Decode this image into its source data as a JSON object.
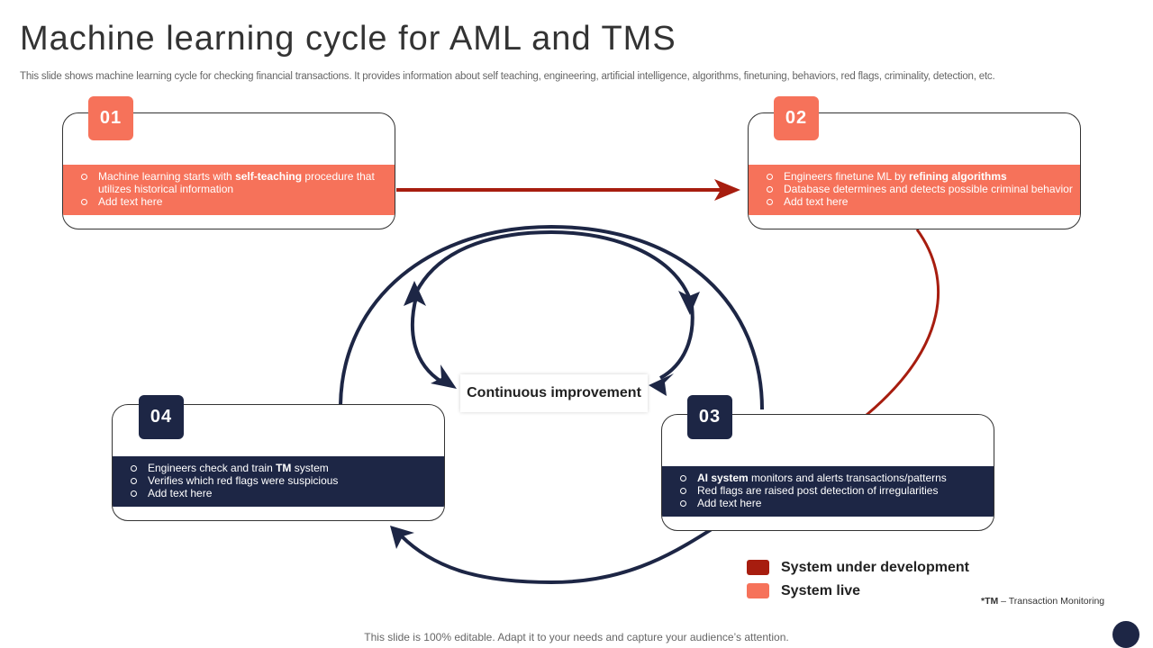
{
  "title": "Machine learning cycle for AML and TMS",
  "subtitle": "This slide shows machine learning cycle for checking financial transactions. It provides information about self teaching, engineering, artificial intelligence, algorithms, finetuning, behaviors, red flags, criminality, detection, etc.",
  "colors": {
    "coral": "#f6725a",
    "navy": "#1d2645",
    "dark_red": "#a71d0f"
  },
  "center_label": "Continuous improvement",
  "steps": [
    {
      "number": "01",
      "status": "live",
      "lines": [
        {
          "pre": "Machine learning starts with ",
          "bold": "self-teaching",
          "post": " procedure that utilizes historical information"
        },
        {
          "pre": "Add text here",
          "bold": "",
          "post": ""
        }
      ]
    },
    {
      "number": "02",
      "status": "live",
      "lines": [
        {
          "pre": "Engineers finetune ML by ",
          "bold": "refining algorithms",
          "post": ""
        },
        {
          "pre": "Database determines and detects possible criminal behavior",
          "bold": "",
          "post": ""
        },
        {
          "pre": "Add text here",
          "bold": "",
          "post": ""
        }
      ]
    },
    {
      "number": "03",
      "status": "under development",
      "lines": [
        {
          "pre": "",
          "bold": "AI system",
          "post": " monitors and alerts transactions/patterns"
        },
        {
          "pre": "Red flags are raised post detection of irregularities",
          "bold": "",
          "post": ""
        },
        {
          "pre": "Add text here",
          "bold": "",
          "post": ""
        }
      ]
    },
    {
      "number": "04",
      "status": "under development",
      "lines": [
        {
          "pre": "Engineers check and train ",
          "bold": "TM",
          "post": " system"
        },
        {
          "pre": "Verifies which red flags were suspicious",
          "bold": "",
          "post": ""
        },
        {
          "pre": "Add text here",
          "bold": "",
          "post": ""
        }
      ]
    }
  ],
  "legend": [
    {
      "label": "System under development",
      "color": "#a71d0f"
    },
    {
      "label": "System live",
      "color": "#f6725a"
    }
  ],
  "footnote": {
    "bold": "*TM",
    "rest": " – Transaction Monitoring"
  },
  "footer": "This slide is 100% editable. Adapt it to your needs and capture your audience’s attention."
}
